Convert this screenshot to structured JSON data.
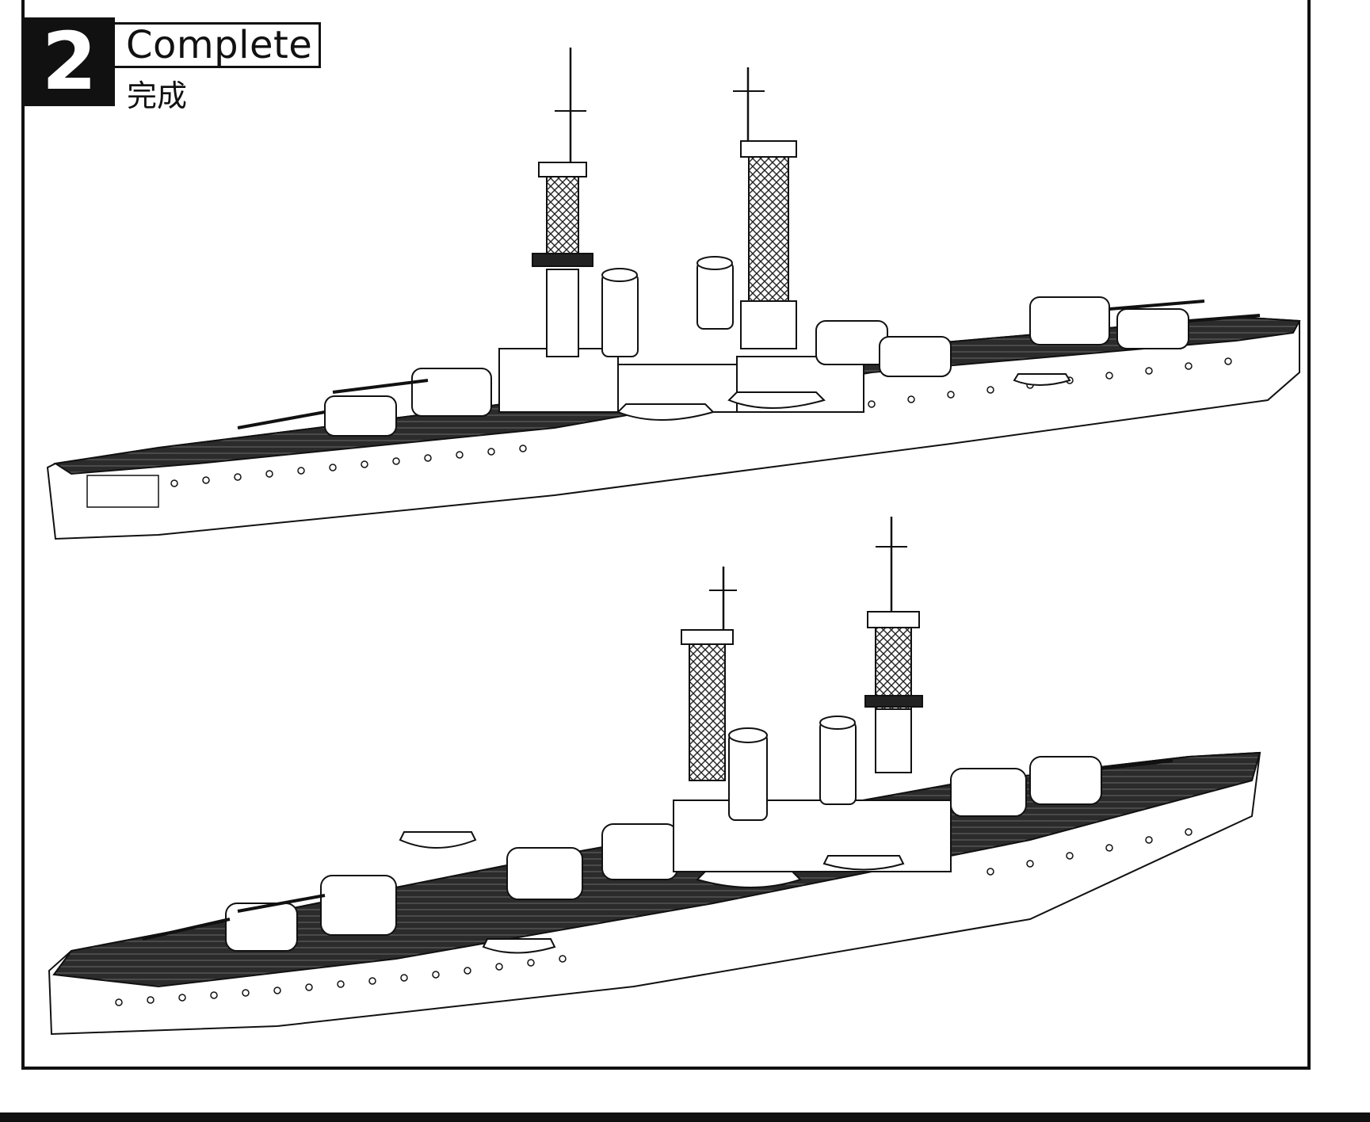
{
  "step": {
    "number": "2",
    "title": "Complete",
    "subtitle_zh": "完成"
  },
  "illustrations": [
    {
      "name": "battleship-side-view",
      "icon": "battleship-illustration"
    },
    {
      "name": "battleship-three-quarter-view",
      "icon": "battleship-illustration"
    }
  ],
  "colors": {
    "ink": "#111111",
    "paper": "#ffffff",
    "deck": "#2b2b2b"
  }
}
